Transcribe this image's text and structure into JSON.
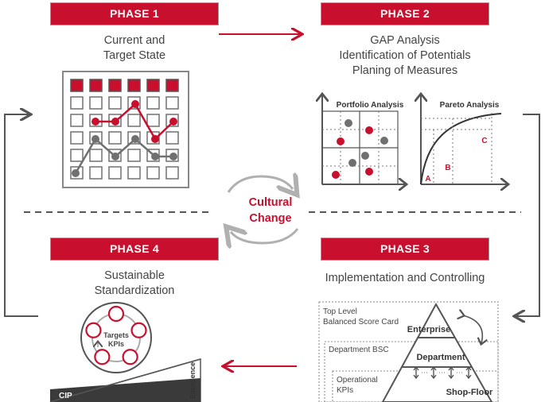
{
  "phases": [
    {
      "label": "PHASE 1",
      "caption": [
        "Current and",
        "Target State"
      ]
    },
    {
      "label": "PHASE 2",
      "caption": [
        "GAP Analysis",
        "Identification of Potentials",
        "Planing of Measures"
      ]
    },
    {
      "label": "PHASE 3",
      "caption": [
        "Implementation and Controlling"
      ]
    },
    {
      "label": "PHASE 4",
      "caption": [
        "Sustainable",
        "Standardization"
      ]
    }
  ],
  "center": {
    "line1": "Cultural",
    "line2": "Change"
  },
  "phase2_graphics": {
    "portfolio_title": "Portfolio Analysis",
    "pareto_title": "Pareto Analysis",
    "pareto_labels": [
      "A",
      "B",
      "C"
    ]
  },
  "phase3_graphics": {
    "levels": [
      "Top Level",
      "Balanced Score Card",
      "Department BSC",
      "Operational",
      "KPIs"
    ],
    "pyramid": [
      "Enterprise",
      "Department",
      "Shop-Floor"
    ]
  },
  "phase4_graphics": {
    "center_text": [
      "Targets",
      "KPIs"
    ],
    "wedge_left": "CIP",
    "wedge_right": "Excellence"
  },
  "colors": {
    "accent": "#c8102e",
    "gray": "#6b6b6b",
    "light_gray": "#9a9a9a"
  }
}
